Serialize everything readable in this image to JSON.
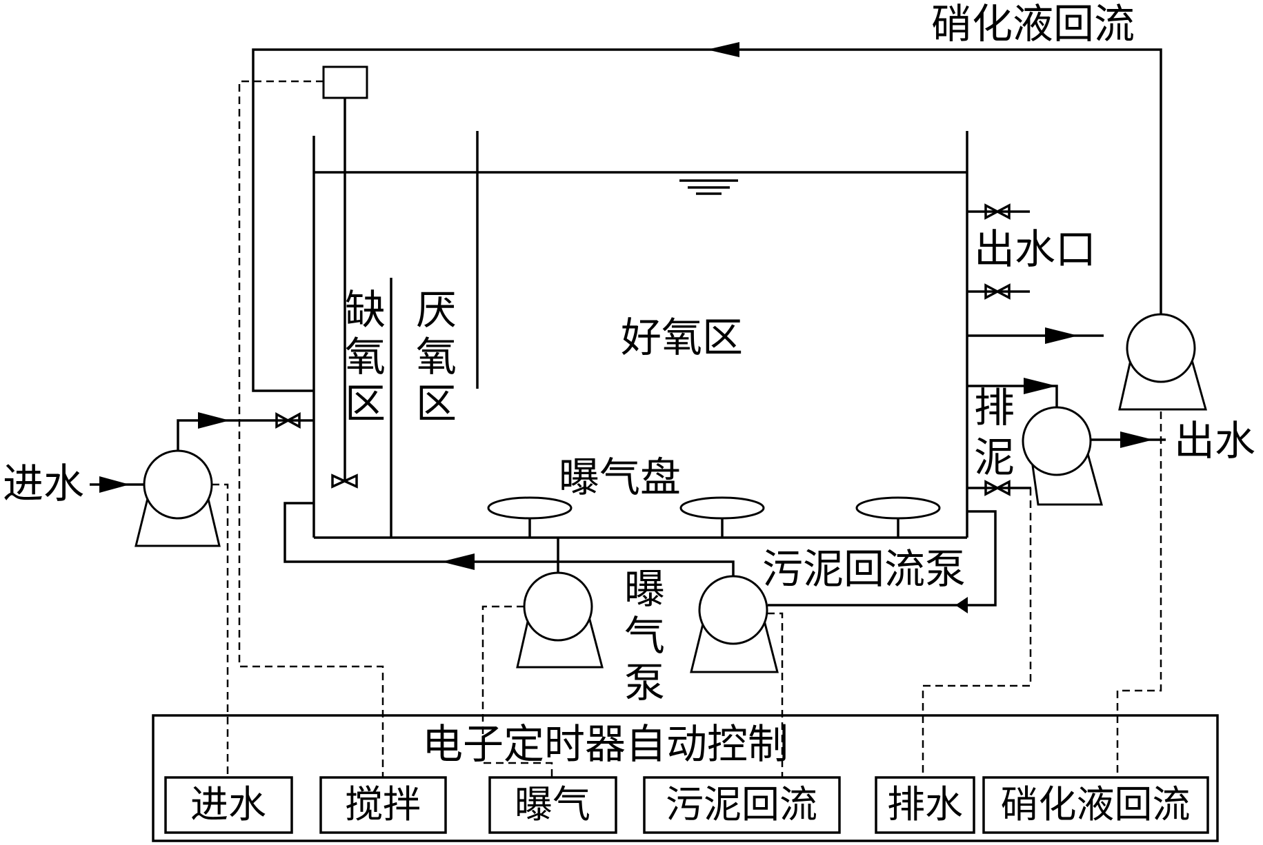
{
  "labels": {
    "nitrification_return": "硝化液回流",
    "outlet": "出水口",
    "anoxic": [
      "缺",
      "氧",
      "区"
    ],
    "anaerobic": [
      "厌",
      "氧",
      "区"
    ],
    "aerobic": "好氧区",
    "inflow": "进水",
    "sludge_discharge": [
      "排",
      "泥"
    ],
    "effluent": "出水",
    "aeration_disc": "曝气盘",
    "sludge_return_pump": "污泥回流泵",
    "aeration_pump": [
      "曝",
      "气",
      "泵"
    ],
    "controller": "电子定时器自动控制"
  },
  "controller_buttons": [
    "进水",
    "搅拌",
    "曝气",
    "污泥回流",
    "排水",
    "硝化液回流"
  ]
}
